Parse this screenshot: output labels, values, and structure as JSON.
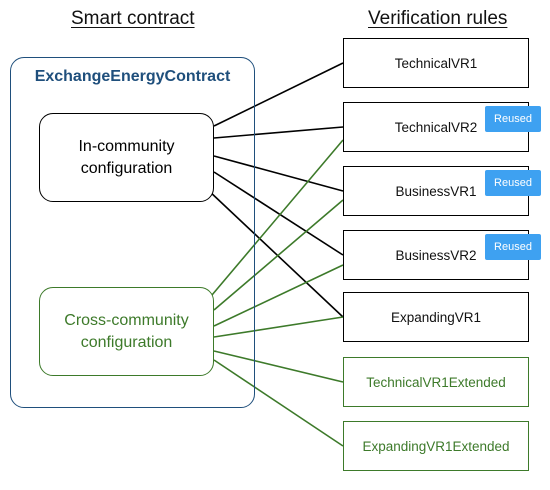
{
  "headings": {
    "left": "Smart contract",
    "right": "Verification rules"
  },
  "contract": {
    "title": "ExchangeEnergyContract"
  },
  "configs": {
    "in_community": "In-community configuration",
    "cross_community": "Cross-community configuration"
  },
  "rules": [
    {
      "label": "TechnicalVR1",
      "style": "black",
      "reused": false
    },
    {
      "label": "TechnicalVR2",
      "style": "black",
      "reused": true
    },
    {
      "label": "BusinessVR1",
      "style": "black",
      "reused": true
    },
    {
      "label": "BusinessVR2",
      "style": "black",
      "reused": true
    },
    {
      "label": "ExpandingVR1",
      "style": "black",
      "reused": false
    },
    {
      "label": "TechnicalVR1Extended",
      "style": "green",
      "reused": false
    },
    {
      "label": "ExpandingVR1Extended",
      "style": "green",
      "reused": false
    }
  ],
  "badge_label": "Reused",
  "links": {
    "in_community": [
      "TechnicalVR1",
      "TechnicalVR2",
      "BusinessVR1",
      "BusinessVR2",
      "ExpandingVR1"
    ],
    "cross_community": [
      "TechnicalVR2",
      "BusinessVR1",
      "BusinessVR2",
      "ExpandingVR1",
      "TechnicalVR1Extended",
      "ExpandingVR1Extended"
    ]
  },
  "colors": {
    "contract_border": "#1f4f7c",
    "in_community": "#000000",
    "cross_community": "#3d7a2a",
    "badge": "#3ea1f1"
  }
}
